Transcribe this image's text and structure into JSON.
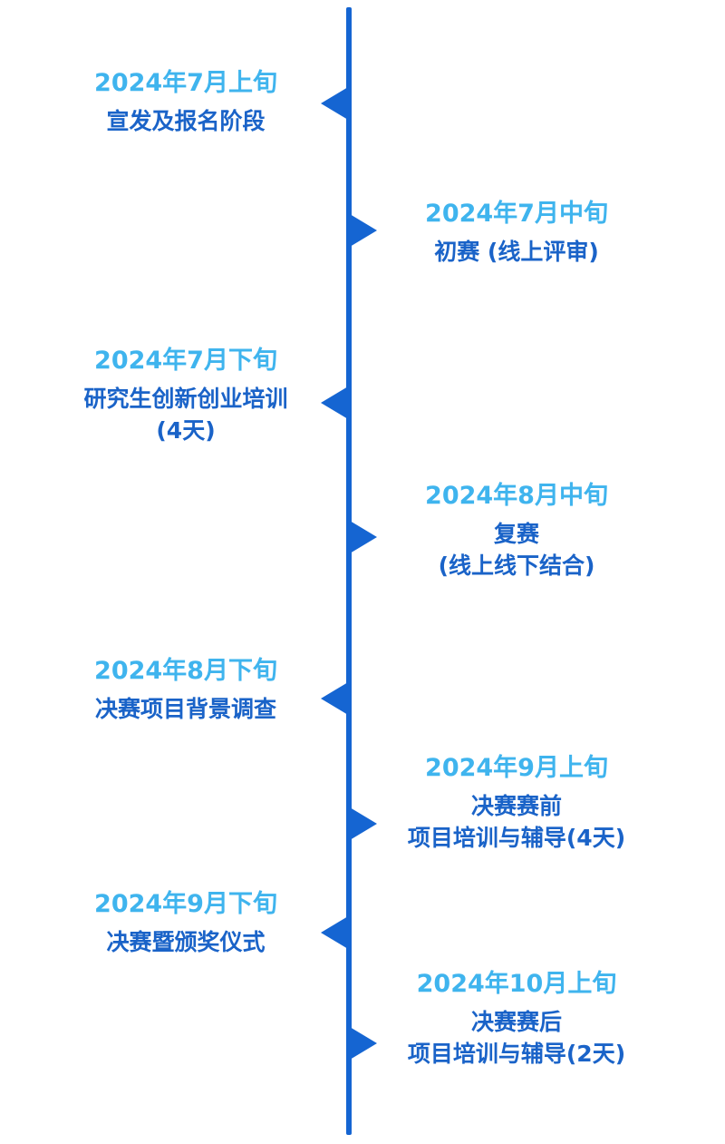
{
  "colors": {
    "axis": "#1565d2",
    "date": "#3fb4ee",
    "description": "#1a63c8",
    "background": "#ffffff"
  },
  "events": [
    {
      "date": "2024年7月上旬",
      "lines": [
        "宣发及报名阶段"
      ],
      "side": "left"
    },
    {
      "date": "2024年7月中旬",
      "lines": [
        "初赛 (线上评审)"
      ],
      "side": "right"
    },
    {
      "date": "2024年7月下旬",
      "lines": [
        "研究生创新创业培训",
        "(4天)"
      ],
      "side": "left"
    },
    {
      "date": "2024年8月中旬",
      "lines": [
        "复赛",
        "(线上线下结合)"
      ],
      "side": "right"
    },
    {
      "date": "2024年8月下旬",
      "lines": [
        "决赛项目背景调查"
      ],
      "side": "left"
    },
    {
      "date": "2024年9月上旬",
      "lines": [
        "决赛赛前",
        "项目培训与辅导(4天)"
      ],
      "side": "right"
    },
    {
      "date": "2024年9月下旬",
      "lines": [
        "决赛暨颁奖仪式"
      ],
      "side": "left"
    },
    {
      "date": "2024年10月上旬",
      "lines": [
        "决赛赛后",
        "项目培训与辅导(2天)"
      ],
      "side": "right"
    }
  ]
}
